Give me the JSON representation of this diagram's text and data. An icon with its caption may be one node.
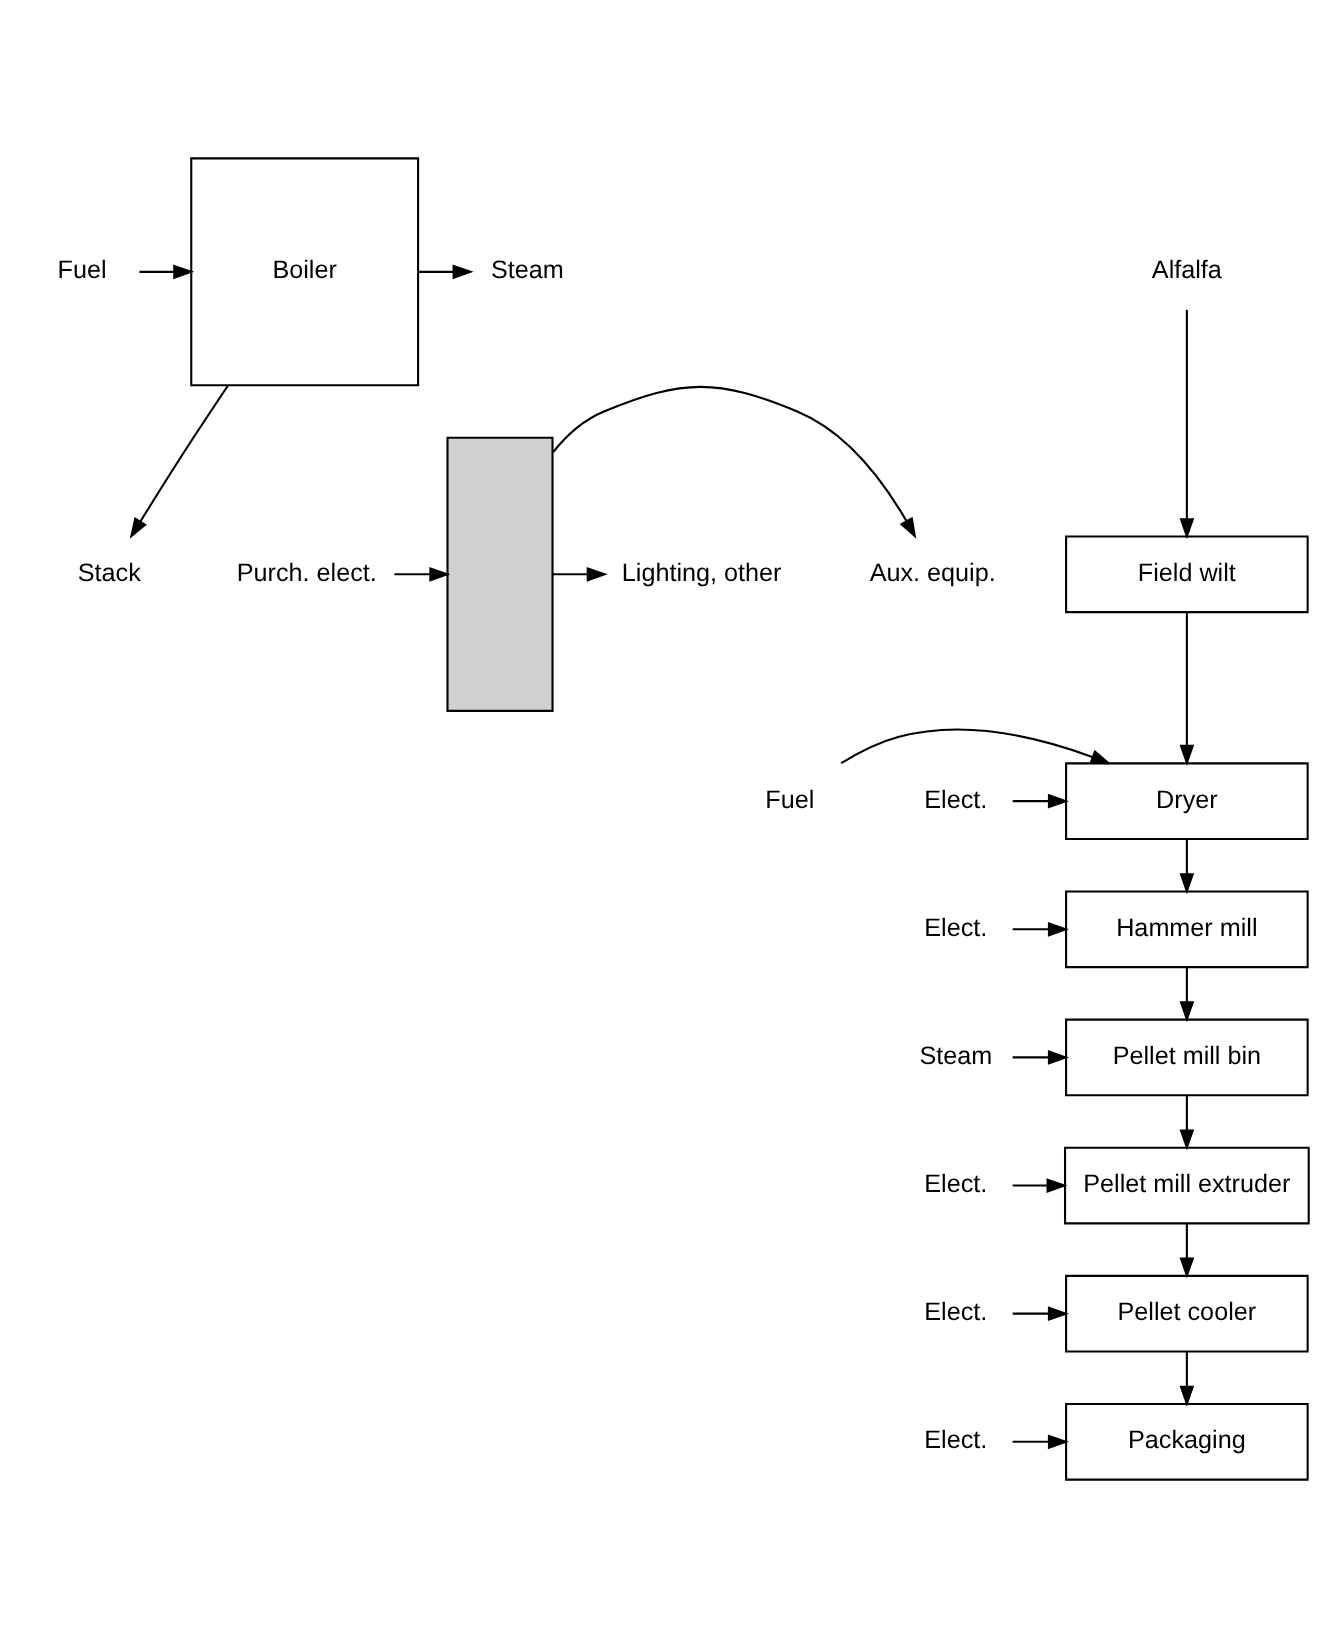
{
  "diagram": {
    "nodes": [
      {
        "text": [
          "Stack"
        ]
      },
      {
        "text": [
          "Boiler"
        ]
      },
      {
        "text": [
          "Fuel"
        ]
      },
      {
        "text": [
          "Steam"
        ]
      },
      {
        "text": [],
        "shape": "box"
      },
      {
        "text": [
          "Purch. elect."
        ]
      },
      {
        "text": [
          "Aux. equip."
        ]
      },
      {
        "text": [
          "Lighting, other"
        ]
      },
      {
        "text": [
          "Alfalfa"
        ]
      },
      {
        "text": [
          "Field wilt"
        ]
      },
      {
        "text": [
          "Fuel"
        ]
      },
      {
        "text": [
          "Elect."
        ]
      },
      {
        "text": [
          "Dryer"
        ]
      },
      {
        "text": [
          "Elect."
        ]
      },
      {
        "text": [
          "Hammer mill"
        ]
      },
      {
        "text": [
          "Steam"
        ]
      },
      {
        "text": [
          "Pellet mill bin"
        ]
      },
      {
        "text": [
          "Elect."
        ]
      },
      {
        "text": [
          "Pellet mill extruder"
        ]
      },
      {
        "text": [
          "Elect."
        ]
      },
      {
        "text": [
          "Pellet cooler"
        ]
      },
      {
        "text": [
          "Elect."
        ]
      },
      {
        "text": [
          "Packaging"
        ]
      }
    ],
    "edges": [
      {
        "from": 1,
        "to": 0,
        "arrow": "to"
      },
      {
        "from": 2,
        "to": 1,
        "arrow": "to"
      },
      {
        "from": 1,
        "to": 3,
        "arrow": "to"
      },
      {
        "from": 5,
        "to": 4,
        "arrow": "to"
      },
      {
        "from": 4,
        "to": 6,
        "arrow": "to"
      },
      {
        "from": 4,
        "to": 7,
        "arrow": "to"
      },
      {
        "from": 8,
        "to": 9,
        "arrow": "to"
      },
      {
        "from": 9,
        "to": 12,
        "arrow": "to"
      },
      {
        "from": 10,
        "to": 12,
        "arrow": "to"
      },
      {
        "from": 11,
        "to": 12,
        "arrow": "to"
      },
      {
        "from": 12,
        "to": 14,
        "arrow": "to"
      },
      {
        "from": 13,
        "to": 14,
        "arrow": "to"
      },
      {
        "from": 14,
        "to": 16,
        "arrow": "to"
      },
      {
        "from": 15,
        "to": 16,
        "arrow": "to"
      },
      {
        "from": 16,
        "to": 18,
        "arrow": "to"
      },
      {
        "from": 17,
        "to": 18,
        "arrow": "to"
      },
      {
        "from": 18,
        "to": 20,
        "arrow": "to"
      },
      {
        "from": 19,
        "to": 20,
        "arrow": "to"
      },
      {
        "from": 20,
        "to": 22,
        "arrow": "to"
      },
      {
        "from": 21,
        "to": 22,
        "arrow": "to"
      }
    ]
  }
}
